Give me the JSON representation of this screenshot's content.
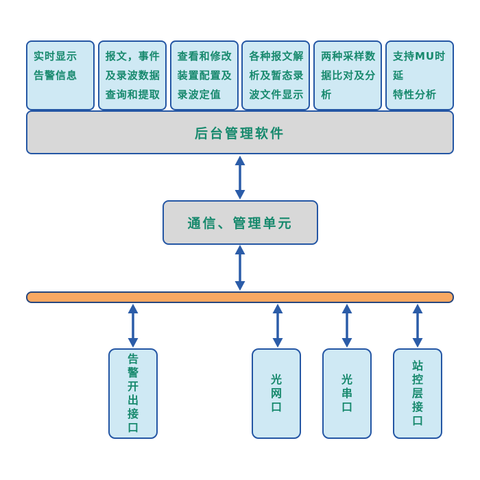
{
  "colors": {
    "background": "#ffffff",
    "feature_fill": "#cfe9f4",
    "box_border": "#2456a4",
    "text_teal": "#17896d",
    "gray_fill": "#d8d8d8",
    "bus_fill": "#f9a862",
    "bus_border": "#27477e",
    "arrow": "#2b5ca8"
  },
  "top_features": [
    {
      "text": "实时显示\n告警信息"
    },
    {
      "text": "报文，事件\n及录波数据\n查询和提取"
    },
    {
      "text": "查看和修改\n装置配置及\n录波定值"
    },
    {
      "text": "各种报文解\n析及暂态录\n波文件显示"
    },
    {
      "text": "两种采样数\n据比对及分\n析"
    },
    {
      "text": "支持MU时延\n特性分析"
    }
  ],
  "backend": {
    "label": "后台管理软件"
  },
  "communication": {
    "label": "通信、管理单元"
  },
  "interfaces": [
    {
      "label": "告警开出接口"
    },
    {
      "label": "光网口"
    },
    {
      "label": "光串口"
    },
    {
      "label": "站控层接口"
    }
  ]
}
